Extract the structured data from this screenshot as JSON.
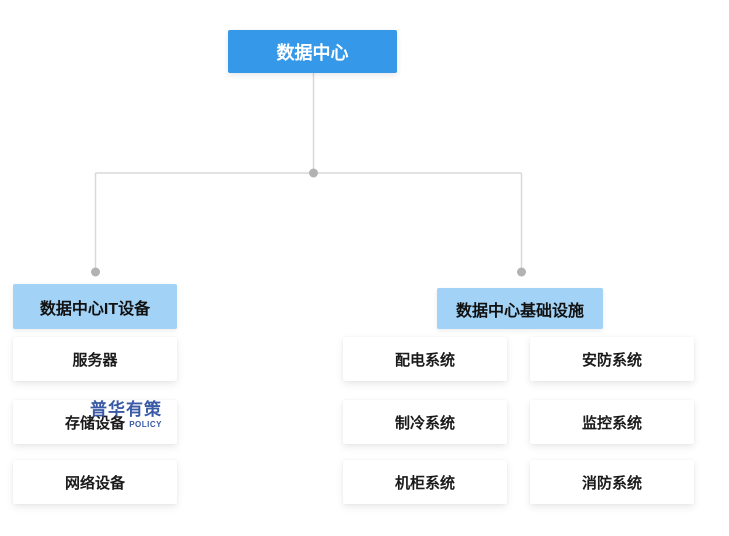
{
  "diagram": {
    "root": {
      "label": "数据中心"
    },
    "branches": [
      {
        "header": "数据中心IT设备",
        "items": [
          "服务器",
          "存储设备",
          "网络设备"
        ]
      },
      {
        "header": "数据中心基础设施",
        "columns": [
          {
            "items": [
              "配电系统",
              "制冷系统",
              "机柜系统"
            ]
          },
          {
            "items": [
              "安防系统",
              "监控系统",
              "消防系统"
            ]
          }
        ]
      }
    ],
    "watermark": {
      "cn": "普华有策",
      "en": "POLICY"
    },
    "colors": {
      "root_bg": "#3598e8",
      "root_text": "#ffffff",
      "header_bg": "#a2d3f7",
      "header_text": "#111111",
      "card_bg": "#ffffff",
      "card_text": "#1a1a1a",
      "connector_line": "#d9d9d9",
      "connector_dot": "#b2b2b2",
      "watermark_blue": "#2b4e9e"
    }
  }
}
